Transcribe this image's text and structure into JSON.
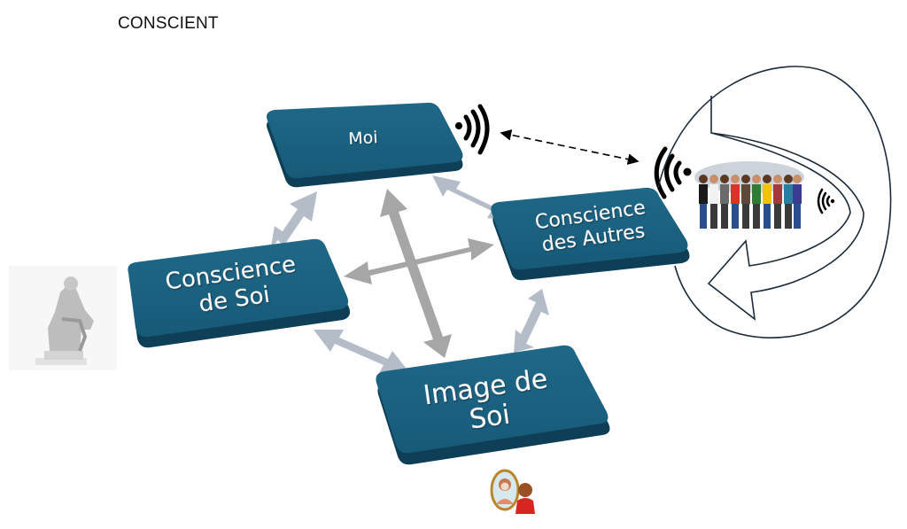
{
  "title": "CONSCIENT",
  "colors": {
    "key_face": "#195e7c",
    "key_side": "#0f435b",
    "arrow_light": "#b3bcc7",
    "arrow_grey": "#a6a6a6",
    "signal": "#000000",
    "loop_stroke": "#1c2b3a"
  },
  "nodes": {
    "moi": {
      "label_lines": [
        "Moi"
      ]
    },
    "conscience_soi": {
      "label_lines": [
        "Conscience",
        "de Soi"
      ]
    },
    "conscience_autres": {
      "label_lines": [
        "Conscience",
        "des Autres"
      ]
    },
    "image_soi": {
      "label_lines": [
        "Image de",
        "Soi"
      ]
    }
  },
  "icons": {
    "thinker": "thinker-statue-icon",
    "mirror": "mirror-reflection-icon",
    "crowd": "crowd-icon",
    "signal_moi": "wireless-signal-icon",
    "signal_autres": "wireless-signal-icon",
    "signal_crowd": "wireless-signal-icon"
  },
  "connections": [
    {
      "from": "moi",
      "to": "conscience_soi",
      "style": "double-arrow"
    },
    {
      "from": "moi",
      "to": "conscience_autres",
      "style": "double-arrow"
    },
    {
      "from": "conscience_soi",
      "to": "image_soi",
      "style": "double-arrow"
    },
    {
      "from": "conscience_autres",
      "to": "image_soi",
      "style": "double-arrow"
    },
    {
      "from": "moi",
      "to": "image_soi",
      "style": "double-arrow"
    },
    {
      "from": "conscience_soi",
      "to": "conscience_autres",
      "style": "double-arrow"
    },
    {
      "from": "signal_moi",
      "to": "signal_autres",
      "style": "dashed-double-arrow"
    }
  ]
}
